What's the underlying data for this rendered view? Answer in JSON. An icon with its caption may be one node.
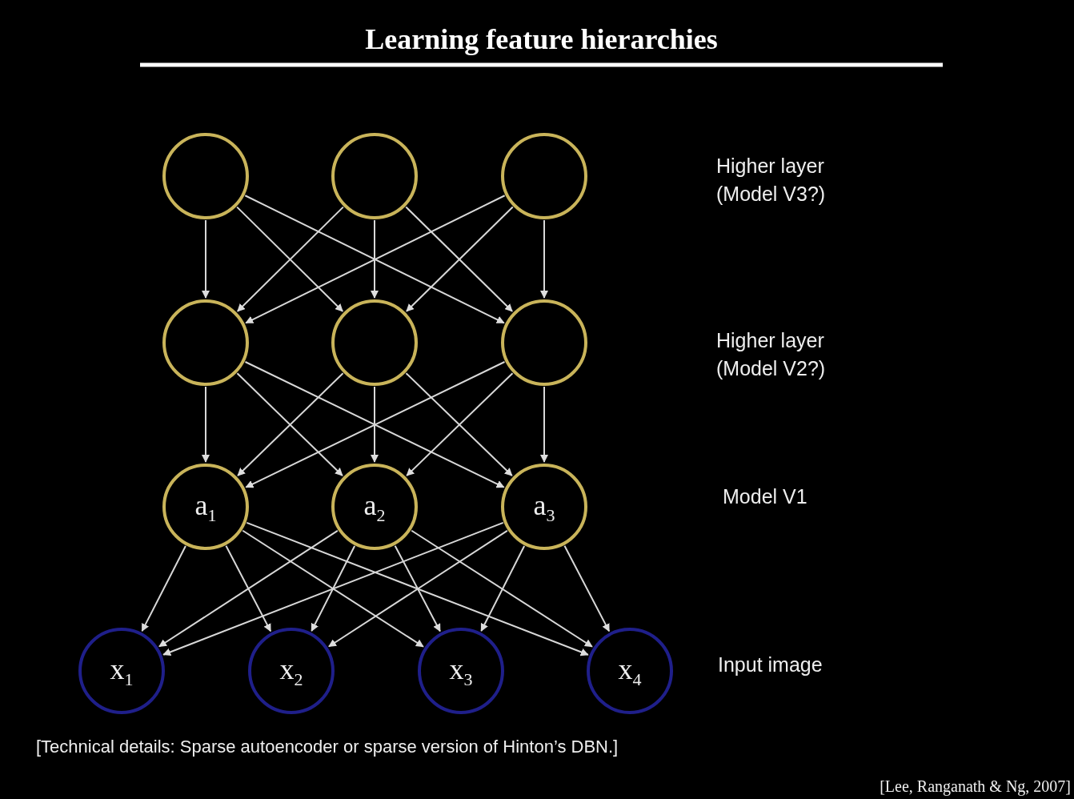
{
  "diagram": {
    "title": "Learning feature hierarchies",
    "nodes": [
      {
        "text": [],
        "shape": "circle"
      },
      {
        "text": [],
        "shape": "circle"
      },
      {
        "text": [],
        "shape": "circle"
      },
      {
        "text": [],
        "shape": "circle"
      },
      {
        "text": [],
        "shape": "circle"
      },
      {
        "text": [],
        "shape": "circle"
      },
      {
        "text": [
          "a$_{1}$"
        ]
      },
      {
        "text": [
          "a$_{2}$"
        ]
      },
      {
        "text": [
          "a$_{3}$"
        ]
      },
      {
        "text": [
          "x$_{1}$"
        ]
      },
      {
        "text": [
          "x$_{2}$"
        ]
      },
      {
        "text": [
          "x$_{3}$"
        ]
      },
      {
        "text": [
          "x$_{4}$"
        ]
      }
    ],
    "edges": [
      {
        "from": 0,
        "to": 3,
        "arrow": "to"
      },
      {
        "from": 0,
        "to": 4,
        "arrow": "to"
      },
      {
        "from": 0,
        "to": 5,
        "arrow": "to"
      },
      {
        "from": 1,
        "to": 3,
        "arrow": "to"
      },
      {
        "from": 1,
        "to": 4,
        "arrow": "to"
      },
      {
        "from": 1,
        "to": 5,
        "arrow": "to"
      },
      {
        "from": 2,
        "to": 3,
        "arrow": "to"
      },
      {
        "from": 2,
        "to": 4,
        "arrow": "to"
      },
      {
        "from": 2,
        "to": 5,
        "arrow": "to"
      },
      {
        "from": 3,
        "to": 6,
        "arrow": "to"
      },
      {
        "from": 3,
        "to": 7,
        "arrow": "to"
      },
      {
        "from": 3,
        "to": 8,
        "arrow": "to"
      },
      {
        "from": 4,
        "to": 6,
        "arrow": "to"
      },
      {
        "from": 4,
        "to": 7,
        "arrow": "to"
      },
      {
        "from": 4,
        "to": 8,
        "arrow": "to"
      },
      {
        "from": 5,
        "to": 6,
        "arrow": "to"
      },
      {
        "from": 5,
        "to": 7,
        "arrow": "to"
      },
      {
        "from": 5,
        "to": 8,
        "arrow": "to"
      },
      {
        "from": 6,
        "to": 9,
        "arrow": "to"
      },
      {
        "from": 6,
        "to": 10,
        "arrow": "to"
      },
      {
        "from": 6,
        "to": 11,
        "arrow": "to"
      },
      {
        "from": 6,
        "to": 12,
        "arrow": "to"
      },
      {
        "from": 7,
        "to": 9,
        "arrow": "to"
      },
      {
        "from": 7,
        "to": 10,
        "arrow": "to"
      },
      {
        "from": 7,
        "to": 11,
        "arrow": "to"
      },
      {
        "from": 7,
        "to": 12,
        "arrow": "to"
      },
      {
        "from": 8,
        "to": 9,
        "arrow": "to"
      },
      {
        "from": 8,
        "to": 10,
        "arrow": "to"
      },
      {
        "from": 8,
        "to": 11,
        "arrow": "to"
      },
      {
        "from": 8,
        "to": 12,
        "arrow": "to"
      }
    ],
    "labels": [
      "Higher layer (Model V3?)",
      "Higher layer (Model V2?)",
      "Model V1",
      "Input image",
      "[Technical details: Sparse autoencoder or sparse version of Hinton’s DBN.]",
      "[Lee, Ranganath & Ng, 2007]"
    ]
  }
}
